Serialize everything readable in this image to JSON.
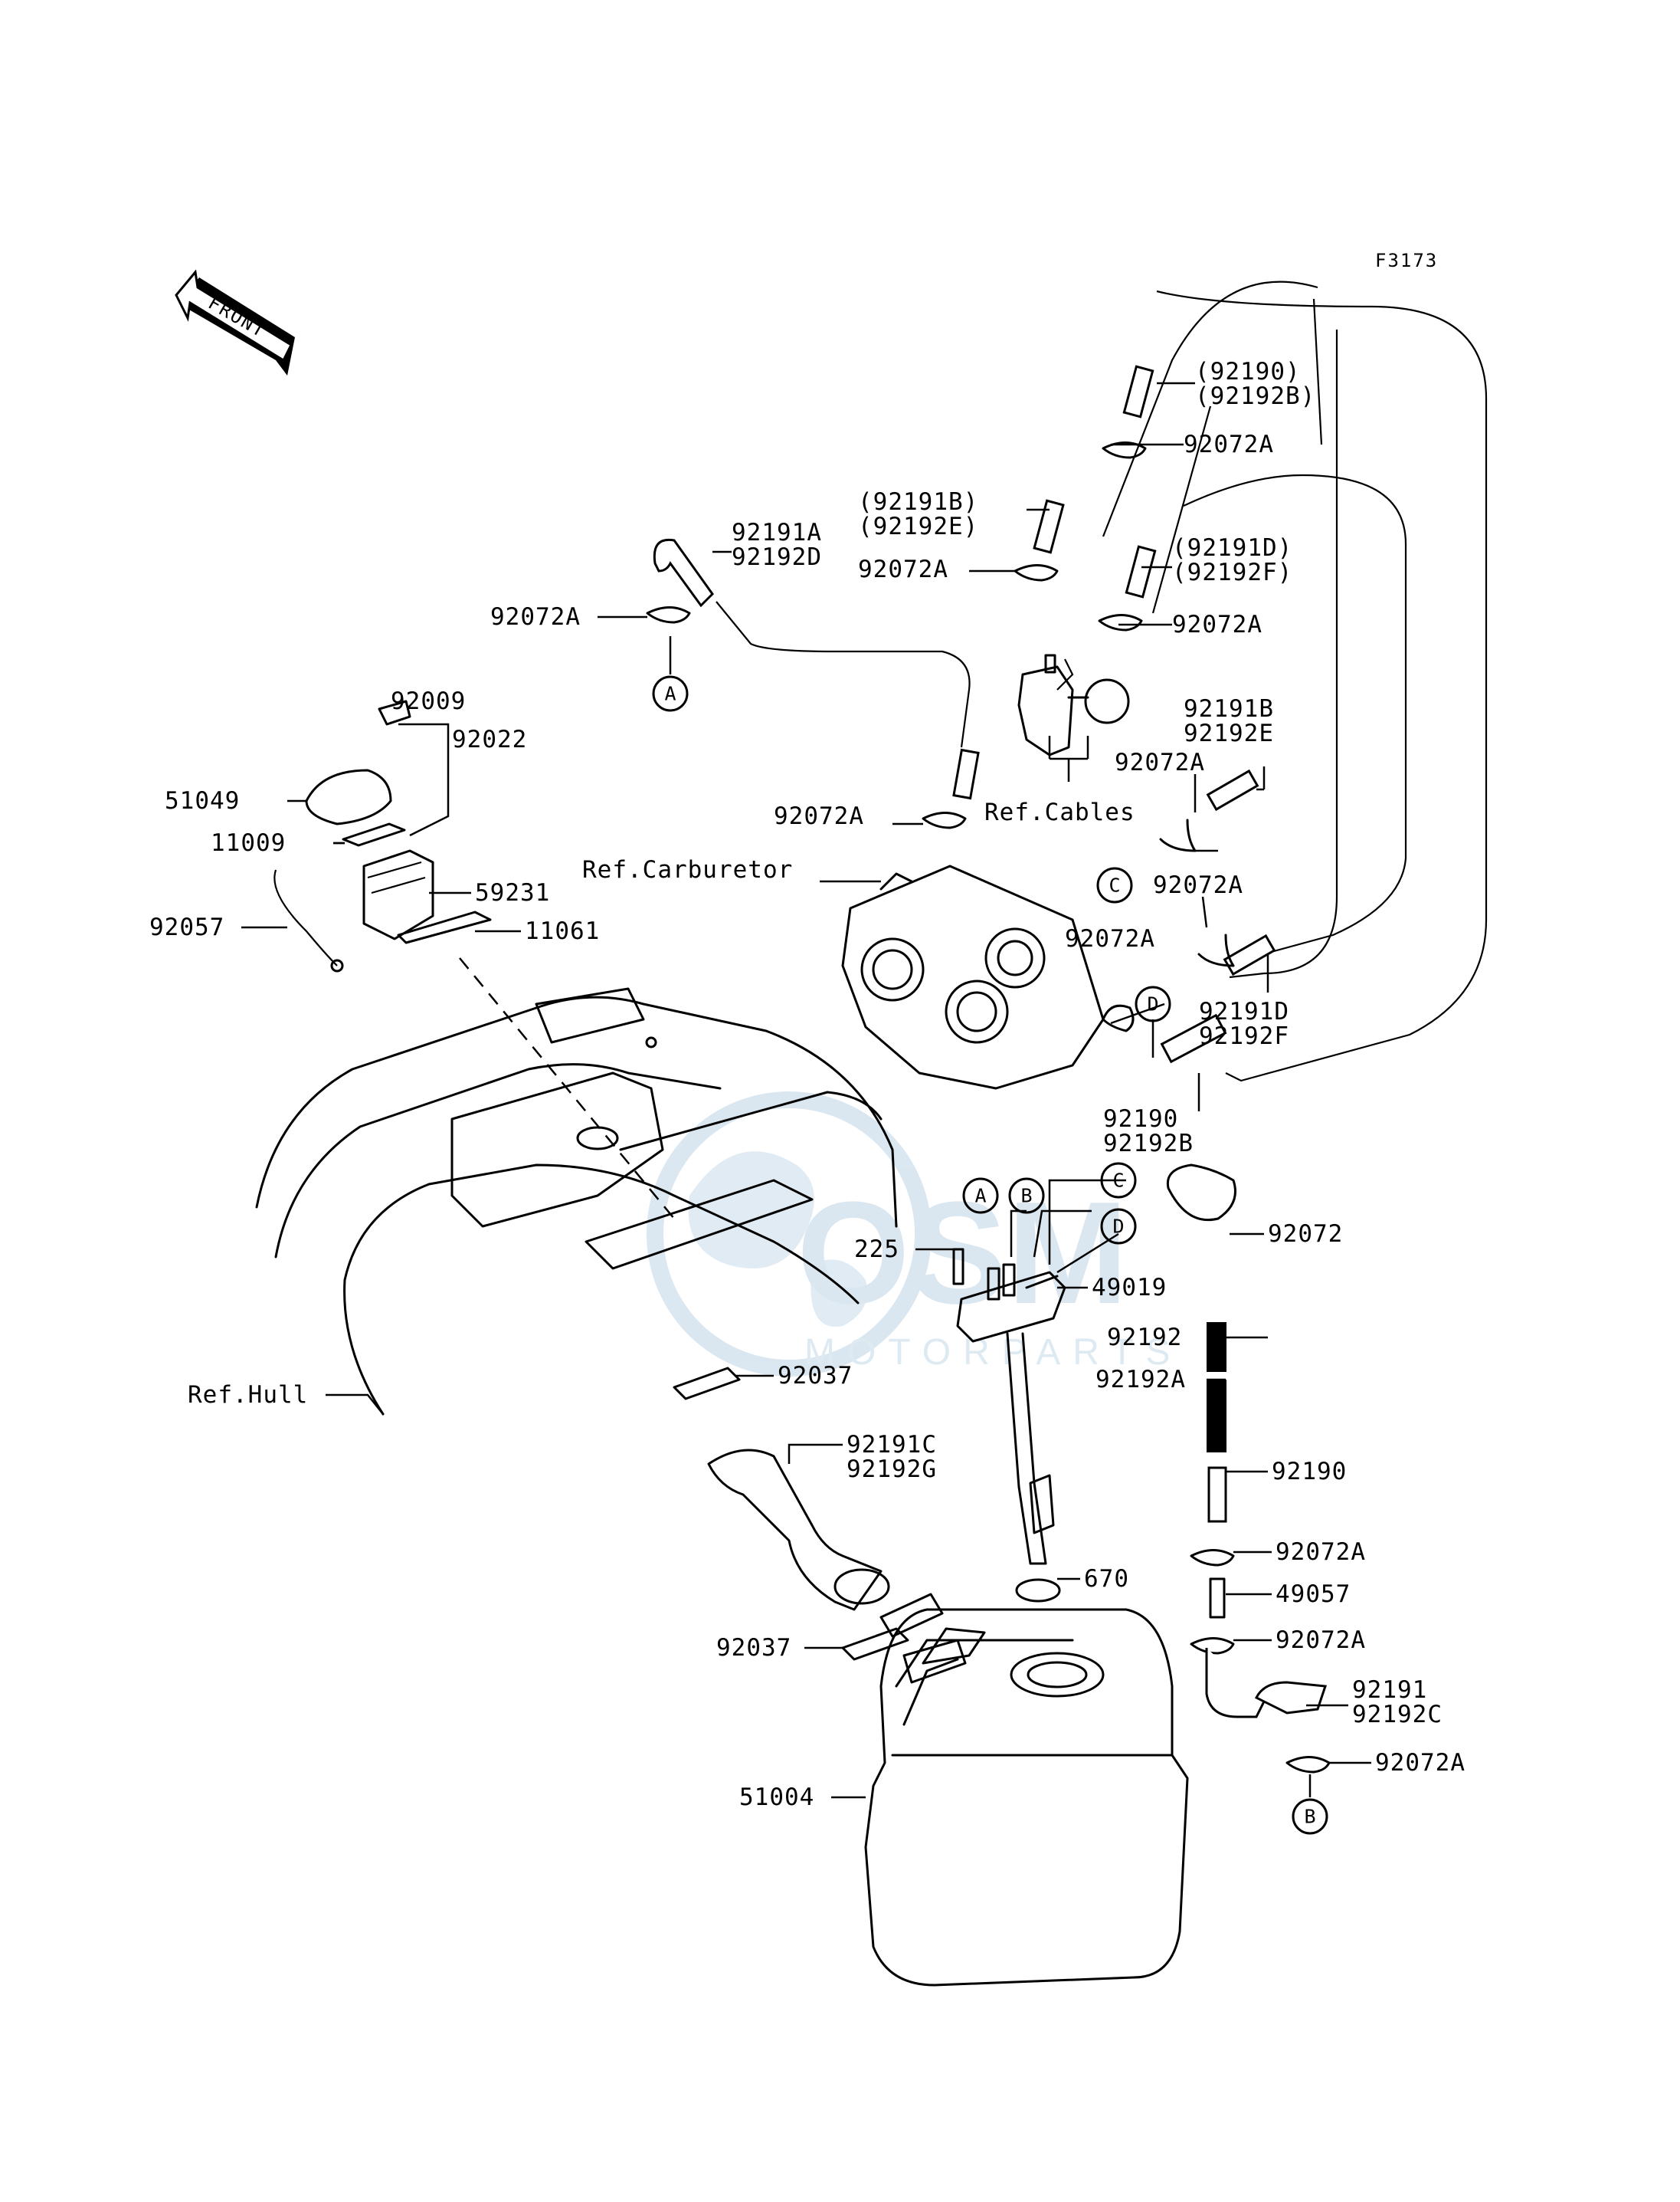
{
  "diagram": {
    "figure_code": "F3173",
    "front_label": "FRONT",
    "watermark": {
      "brand": "OSM",
      "subtitle": "MOTORPARTS"
    },
    "callouts": [
      "A",
      "B",
      "C",
      "D"
    ],
    "part_labels": [
      "(92190)",
      "(92192B)",
      "92072A",
      "(92191B)",
      "(92192E)",
      "92072A",
      "(92191D)",
      "(92192F)",
      "92072A",
      "92191A",
      "92192D",
      "92072A",
      "92009",
      "92022",
      "51049",
      "11009",
      "59231",
      "92057",
      "11061",
      "92191B",
      "92192E",
      "92072A",
      "92072A",
      "Ref.Cables",
      "Ref.Carburetor",
      "92072A",
      "92072A",
      "92191D",
      "92192F",
      "92190",
      "92192B",
      "92072",
      "225",
      "49019",
      "92192",
      "92192A",
      "92190",
      "92072A",
      "49057",
      "92072A",
      "92191",
      "92192C",
      "92072A",
      "92037",
      "Ref.Hull",
      "92191C",
      "92192G",
      "670",
      "92037",
      "51004"
    ]
  }
}
